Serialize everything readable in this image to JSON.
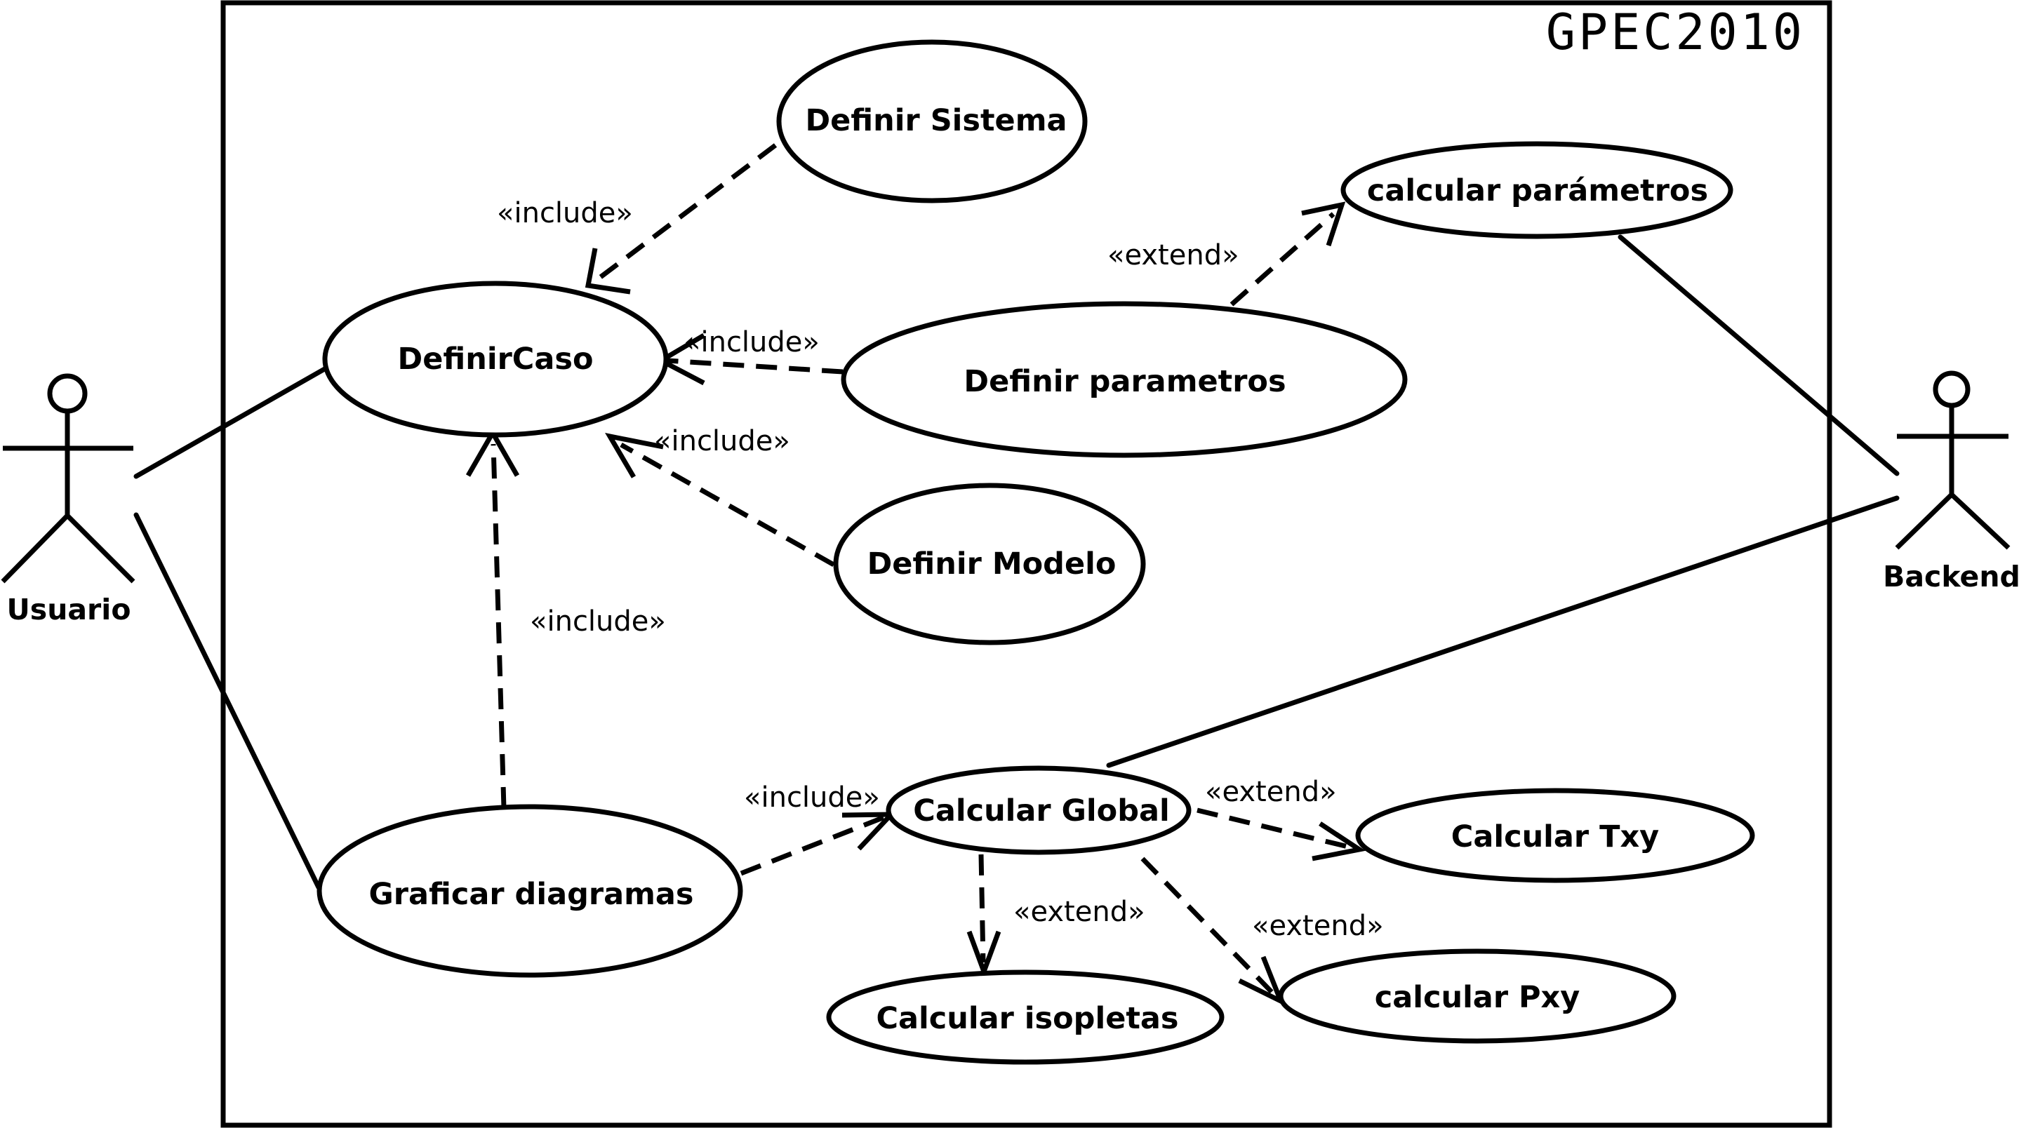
{
  "system": {
    "name": "GPEC2010"
  },
  "actors": {
    "usuario": "Usuario",
    "backend": "Backend"
  },
  "use_cases": {
    "definir_sistema": "Definir Sistema",
    "calcular_parametros": "calcular parámetros",
    "definir_caso": "DefinirCaso",
    "definir_parametros": "Definir parametros",
    "definir_modelo": "Definir Modelo",
    "calcular_global": "Calcular Global",
    "calcular_txy": "Calcular Txy",
    "graficar_diagramas": "Graficar diagramas",
    "calcular_isopletas": "Calcular isopletas",
    "calcular_pxy": "calcular Pxy"
  },
  "stereotypes": {
    "include_sistema": "«include»",
    "include_parametros": "«include»",
    "include_modelo": "«include»",
    "include_graficar": "«include»",
    "include_global": "«include»",
    "extend_parametros": "«extend»",
    "extend_txy": "«extend»",
    "extend_isopletas": "«extend»",
    "extend_pxy": "«extend»"
  }
}
